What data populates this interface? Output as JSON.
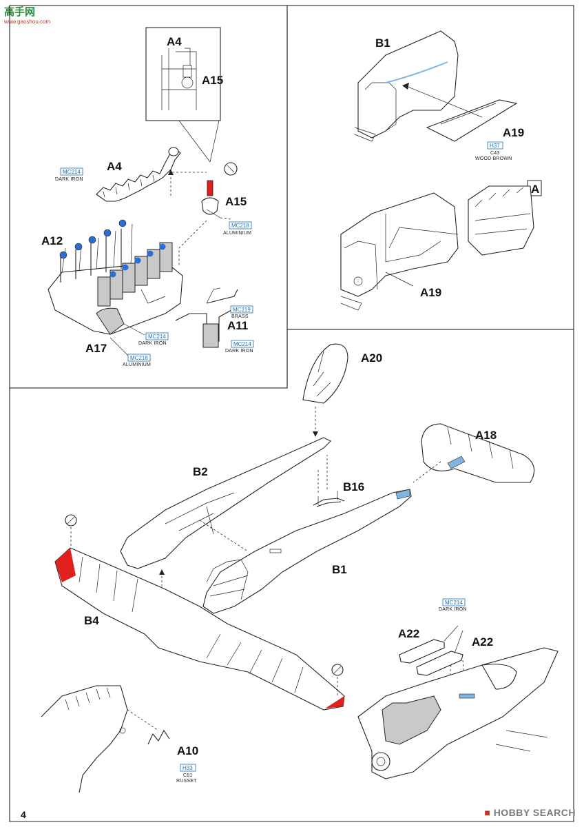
{
  "page_number": "4",
  "watermark_top": {
    "title": "高手网",
    "url": "www.gaoshou.com"
  },
  "watermark_bottom": {
    "brand": "HOBBY SEARCH"
  },
  "inset_marker": "A",
  "labels": {
    "A4_detail": "A4",
    "A15_detail": "A15",
    "A4": "A4",
    "A15": "A15",
    "A12": "A12",
    "A11": "A11",
    "A17": "A17",
    "B1_top": "B1",
    "A19_top": "A19",
    "A19_bottom": "A19",
    "A20": "A20",
    "A18": "A18",
    "B2": "B2",
    "B16": "B16",
    "B1_main": "B1",
    "B4": "B4",
    "A22_left": "A22",
    "A22_right": "A22",
    "A10": "A10"
  },
  "callouts": {
    "a4_color": {
      "code": "MC214",
      "name": "DARK IRON"
    },
    "a15_color": {
      "code": "MC218",
      "name": "ALUMINIUM"
    },
    "brass": {
      "code": "MC219",
      "name": "BRASS"
    },
    "a17_color1": {
      "code": "MC214",
      "name": "DARK IRON"
    },
    "a11_color": {
      "code": "MC214",
      "name": "DARK IRON"
    },
    "a17_color2": {
      "code": "MC218",
      "name": "ALUMINIUM"
    },
    "a19_color": {
      "code": "H37",
      "code2": "C43",
      "name": "WOOD BROWN"
    },
    "a22_color": {
      "code": "MC214",
      "name": "DARK IRON"
    },
    "a10_color": {
      "code": "H33",
      "code2": "C81",
      "name": "RUSSET"
    }
  },
  "colors": {
    "callout_blue": "#1a6fb5",
    "highlight_red": "#e0201c",
    "plug_blue": "#2a6fd0"
  }
}
